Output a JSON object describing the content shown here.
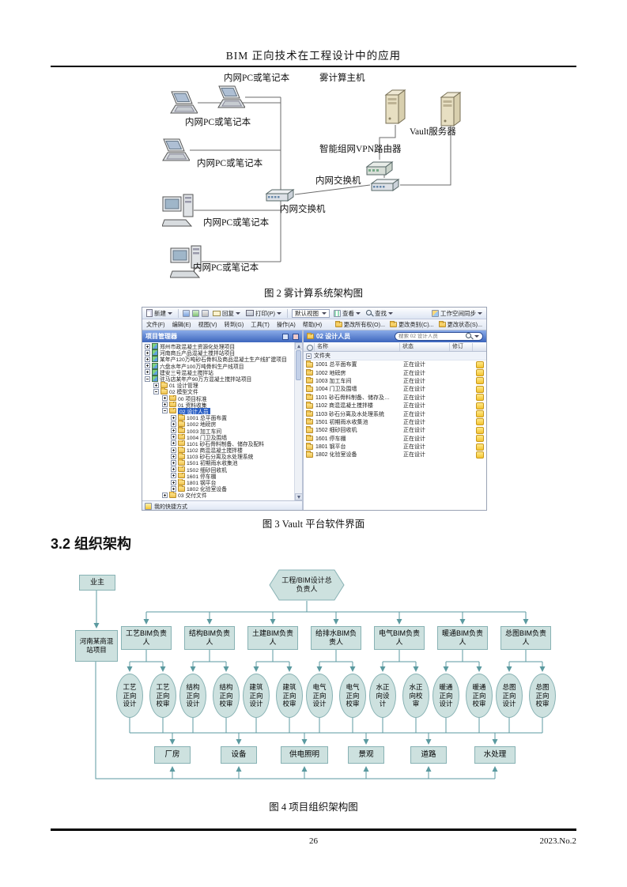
{
  "page": {
    "header_title": "BIM 正向技术在工程设计中的应用",
    "footer_page": "26",
    "footer_issue": "2023.No.2"
  },
  "section_heading": "3.2 组织架构",
  "colors": {
    "panel_header_blue": "#3d66bd",
    "folder_yellow": "#f0c24b",
    "org_node_fill": "#cde1df",
    "org_line_teal": "#5b9aa0"
  },
  "fig2": {
    "caption": "图 2 雾计算系统架构图",
    "labels": {
      "pc1": "内网PC或笔记本",
      "pc2": "内网PC或笔记本",
      "pc3": "内网PC或笔记本",
      "pc4": "内网PC或笔记本",
      "pc5": "内网PC或笔记本",
      "fog_host": "雾计算主机",
      "vault_server": "Vault服务器",
      "vpn_router": "智能组网VPN路由器",
      "switch_a": "内网交换机",
      "switch_b": "内网交换机"
    }
  },
  "fig3": {
    "caption": "图 3 Vault 平台软件界面",
    "toolbar": {
      "new_label": "新建",
      "reply_label": "回复",
      "print_label": "打印(P)",
      "default_view_label": "默认视图",
      "view_label": "查看",
      "find_label": "查找",
      "sync_label": "工作空间同步"
    },
    "menus": [
      "文件(F)",
      "编辑(E)",
      "视图(V)",
      "转到(G)",
      "工具(T)",
      "操作(A)",
      "帮助(H)"
    ],
    "actions": [
      "更改所有权(O)...",
      "更改类别(C)...",
      "更改状态(S)..."
    ],
    "left": {
      "title": "项目管理器",
      "projects": [
        "郑州市政混凝土资源化处理项目",
        "河南商丘产品混凝土搅拌站项目",
        "某年产120万吨砂石骨料及商品混凝土生产线扩建项目",
        "六盘水年产100万吨骨料生产线项目",
        "建安三号混凝土搅拌站"
      ],
      "project_open": "驻马店某年产90万方混凝土搅拌站项目",
      "folder_design": "01 设计管理",
      "folder_model": "02 模型文件",
      "sub_standard": "00 项目标准",
      "sub_collect": "01 资料收集",
      "sub_designers": "02 设计人员",
      "design_folders": [
        "1001 总平面布置",
        "1002 地磅房",
        "1003 加工车间",
        "1004 门卫及围墙",
        "1101 砂石骨料制备、储存及配料",
        "1102 商混混凝土搅拌楼",
        "1103 砂石分离及水处理系统",
        "1501 初期雨水收集池",
        "1502 细砂回收机",
        "1601 停车棚",
        "1801 钢平台",
        "1802 化验室设备"
      ],
      "sub_deliver": "03 交付文件",
      "shortcuts": "我的快捷方式"
    },
    "right": {
      "title": "02 设计人员",
      "search_placeholder": "搜索 02 设计人员",
      "columns": [
        "名称",
        "状态",
        "修订"
      ],
      "group_label": "文件夹",
      "files": [
        {
          "name": "1001 总平面布置",
          "status": "正在设计"
        },
        {
          "name": "1002 地磅房",
          "status": "正在设计"
        },
        {
          "name": "1003 加工车间",
          "status": "正在设计"
        },
        {
          "name": "1004 门卫及围墙",
          "status": "正在设计"
        },
        {
          "name": "1101 砂石骨料制备、储存及…",
          "status": "正在设计"
        },
        {
          "name": "1102 商混混凝土搅拌楼",
          "status": "正在设计"
        },
        {
          "name": "1103 砂石分离及水处理系统",
          "status": "正在设计"
        },
        {
          "name": "1501 初期雨水收集池",
          "status": "正在设计"
        },
        {
          "name": "1502 细砂回收机",
          "status": "正在设计"
        },
        {
          "name": "1601 停车棚",
          "status": "正在设计"
        },
        {
          "name": "1801 钢平台",
          "status": "正在设计"
        },
        {
          "name": "1802 化验室设备",
          "status": "正在设计"
        }
      ]
    }
  },
  "fig4": {
    "caption": "图 4 项目组织架构图",
    "owner": "业主",
    "chief": "工程/BIM设计总负责人",
    "project": "河南某商混站项目",
    "leads": [
      "工艺BIM负责人",
      "结构BIM负责人",
      "土建BIM负责人",
      "给排水BIM负责人",
      "电气BIM负责人",
      "暖通BIM负责人",
      "总图BIM负责人"
    ],
    "roles": [
      "工艺正向设计",
      "工艺正向校审",
      "结构正向设计",
      "结构正向校审",
      "建筑正向设计",
      "建筑正向校审",
      "电气正向设计",
      "电气正向校审",
      "水正向设计",
      "水正向校审",
      "暖通正向设计",
      "暖通正向校审",
      "总图正向设计",
      "总图正向校审"
    ],
    "facilities": [
      "厂房",
      "设备",
      "供电照明",
      "景观",
      "道路",
      "水处理"
    ]
  }
}
